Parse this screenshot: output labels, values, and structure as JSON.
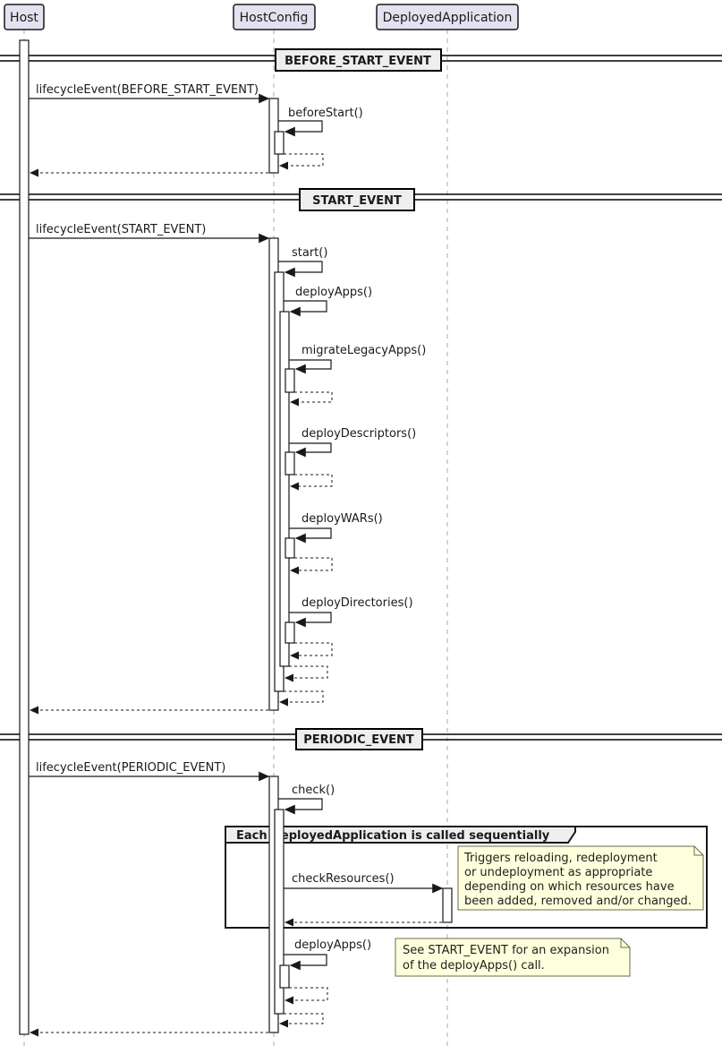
{
  "participants": [
    {
      "label": "Host"
    },
    {
      "label": "HostConfig"
    },
    {
      "label": "DeployedApplication"
    }
  ],
  "dividers": {
    "before_start": "BEFORE_START_EVENT",
    "start": "START_EVENT",
    "periodic": "PERIODIC_EVENT"
  },
  "messages": {
    "lifecycle_before_start": "lifecycleEvent(BEFORE_START_EVENT)",
    "before_start": "beforeStart()",
    "lifecycle_start": "lifecycleEvent(START_EVENT)",
    "start": "start()",
    "deploy_apps": "deployApps()",
    "migrate_legacy_apps": "migrateLegacyApps()",
    "deploy_descriptors": "deployDescriptors()",
    "deploy_wars": "deployWARs()",
    "deploy_directories": "deployDirectories()",
    "lifecycle_periodic": "lifecycleEvent(PERIODIC_EVENT)",
    "check": "check()",
    "check_resources": "checkResources()",
    "deploy_apps_periodic": "deployApps()"
  },
  "frame": {
    "label": "Each DeployedApplication is called sequentially"
  },
  "notes": {
    "check_resources": {
      "lines": [
        "Triggers reloading, redeployment",
        "or undeployment as appropriate",
        "depending on which resources have",
        "been added, removed and/or changed."
      ]
    },
    "deploy_apps": {
      "lines": [
        "See START_EVENT for an expansion",
        "of the deployApps() call."
      ]
    }
  },
  "colors": {
    "participant_fill": "#E2E2F0",
    "participant_border": "#181818",
    "divider_fill": "#EEEEEE",
    "frame_header_fill": "#EEEEEE",
    "note_fill": "#FEFFDD",
    "note_border": "#6b6b4a",
    "lifeline": "#A8A8A8",
    "activation_fill": "#FFFFFF",
    "line": "#181818"
  }
}
